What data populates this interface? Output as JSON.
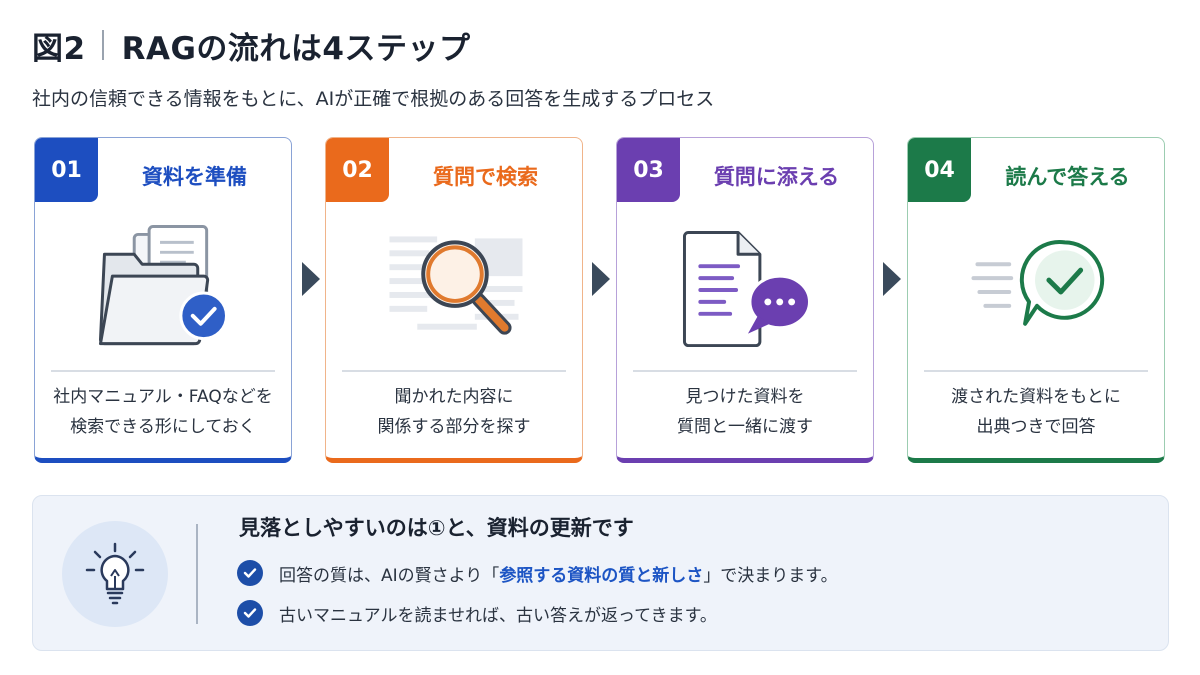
{
  "header": {
    "figure_label": "図2",
    "title": "RAGの流れは4ステップ",
    "subtitle": "社内の信頼できる情報をもとに、AIが正確で根拠のある回答を生成するプロセス"
  },
  "steps": [
    {
      "number": "01",
      "title": "資料を準備",
      "desc_line1": "社内マニュアル・FAQなどを",
      "desc_line2": "検索できる形にしておく",
      "color": "#1d4ec0",
      "icon": "folder-check-icon"
    },
    {
      "number": "02",
      "title": "質問で検索",
      "desc_line1": "聞かれた内容に",
      "desc_line2": "関係する部分を探す",
      "color": "#ea6a1c",
      "icon": "magnifier-icon"
    },
    {
      "number": "03",
      "title": "質問に添える",
      "desc_line1": "見つけた資料を",
      "desc_line2": "質問と一緒に渡す",
      "color": "#6b3fb0",
      "icon": "document-chat-icon"
    },
    {
      "number": "04",
      "title": "読んで答える",
      "desc_line1": "渡された資料をもとに",
      "desc_line2": "出典つきで回答",
      "color": "#1c7a49",
      "icon": "answer-check-icon"
    }
  ],
  "note": {
    "icon": "lightbulb-icon",
    "title": "見落としやすいのは①と、資料の更新です",
    "point1_before": "回答の質は、AIの賢さより「",
    "point1_highlight": "参照する資料の質と新しさ",
    "point1_after": "」で決まります。",
    "point2": "古いマニュアルを読ませれば、古い答えが返ってきます。"
  }
}
